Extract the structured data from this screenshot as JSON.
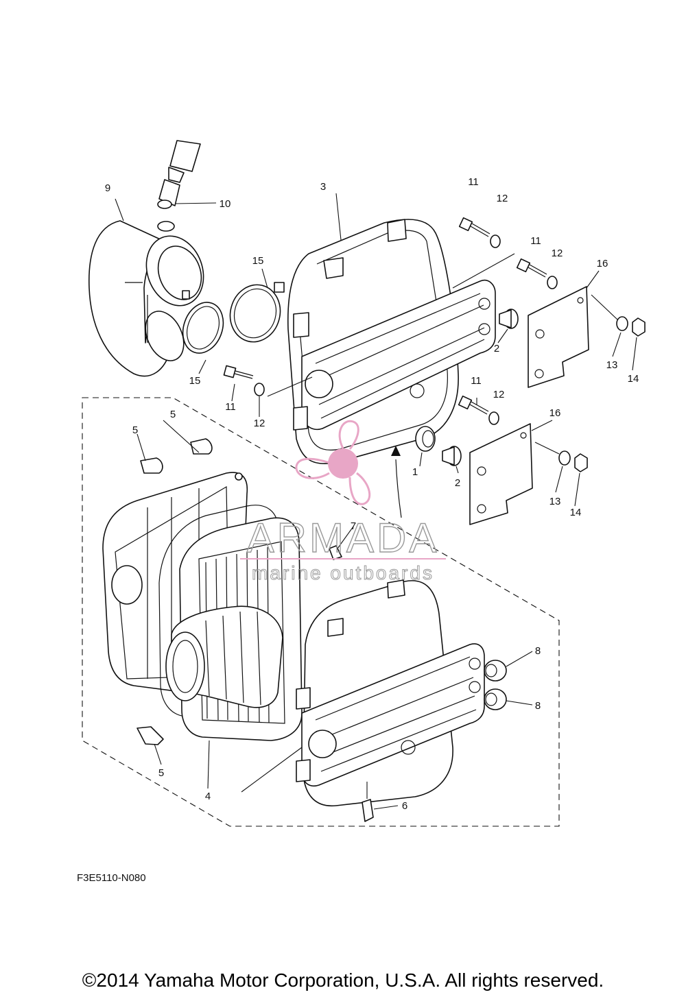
{
  "callouts": {
    "p1": "1",
    "p2a": "2",
    "p2b": "2",
    "p3": "3",
    "p4": "4",
    "p5a": "5",
    "p5b": "5",
    "p5c": "5",
    "p6": "6",
    "p7": "7",
    "p8a": "8",
    "p8b": "8",
    "p9": "9",
    "p10": "10",
    "p11a": "11",
    "p11b": "11",
    "p11c": "11",
    "p11d": "11",
    "p12a": "12",
    "p12b": "12",
    "p12c": "12",
    "p12d": "12",
    "p13a": "13",
    "p13b": "13",
    "p14a": "14",
    "p14b": "14",
    "p15a": "15",
    "p15b": "15",
    "p16a": "16",
    "p16b": "16"
  },
  "watermark": {
    "brand": "ARMADA",
    "tagline": "marine outboards",
    "color": "#e8a6c6"
  },
  "diagram_code": "F3E5110-N080",
  "copyright": "©2014 Yamaha Motor Corporation, U.S.A. All rights reserved."
}
